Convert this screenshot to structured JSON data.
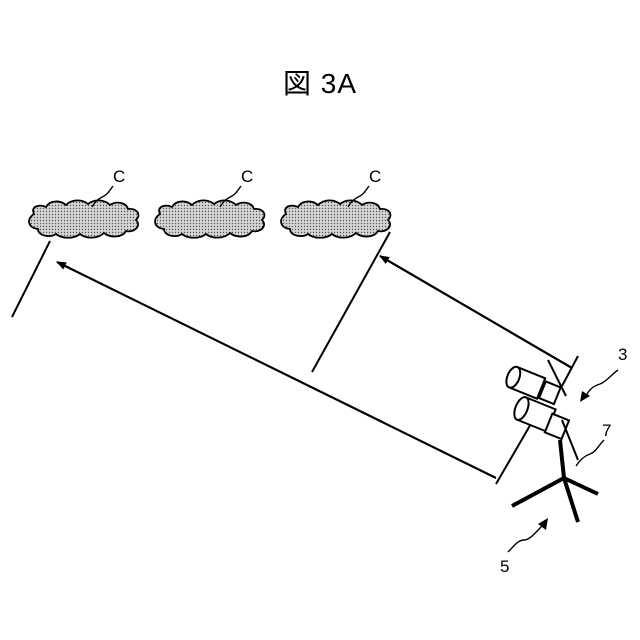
{
  "figure": {
    "title": "図 3A"
  },
  "labels": {
    "cloud_1": "C",
    "cloud_2": "C",
    "cloud_3": "C",
    "device": "3",
    "component": "7",
    "tripod": "5"
  },
  "colors": {
    "ink": "#000000",
    "cloud_fill": "#c8c8c8",
    "background": "#ffffff"
  }
}
